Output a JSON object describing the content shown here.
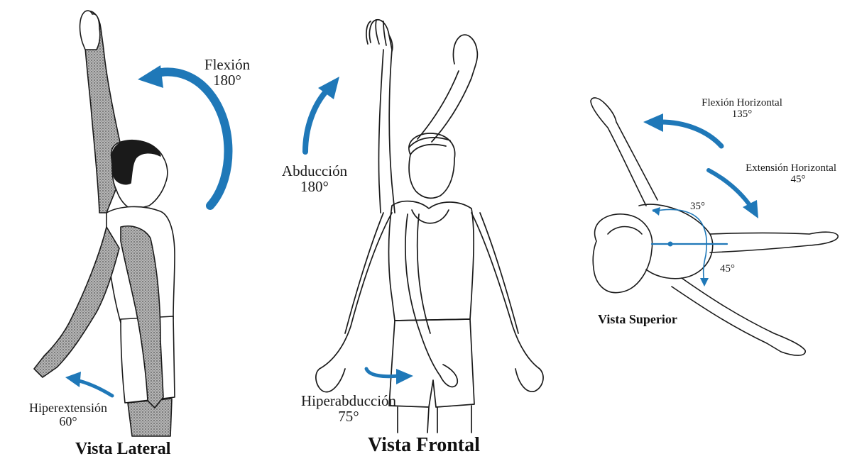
{
  "colors": {
    "arrow": "#1f78b8",
    "ink": "#1a1a1a",
    "shade": "#8a8a8a"
  },
  "lateral": {
    "flexion": {
      "name": "Flexión",
      "degrees": "180°"
    },
    "hiperextension": {
      "name": "Hiperextensión",
      "degrees": "60°"
    },
    "caption": "Vista Lateral"
  },
  "frontal": {
    "abduccion": {
      "name": "Abducción",
      "degrees": "180°"
    },
    "hiperabduccion": {
      "name": "Hiperabducción",
      "degrees": "75°"
    },
    "caption": "Vista Frontal"
  },
  "superior": {
    "flexion_horizontal": {
      "name": "Flexión Horizontal",
      "degrees": "135°"
    },
    "extension_horizontal": {
      "name": "Extensión Horizontal",
      "degrees": "45°"
    },
    "angle_upper": "35°",
    "angle_lower": "45°",
    "caption": "Vista Superior"
  }
}
